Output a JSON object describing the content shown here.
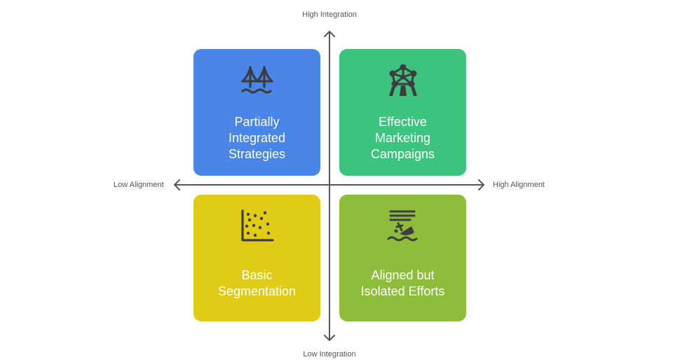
{
  "axes": {
    "y_top": "High Integration",
    "y_bottom": "Low Integration",
    "x_left": "Low Alignment",
    "x_right": "High Alignment"
  },
  "quadrants": {
    "top_left": {
      "title": "Partially\nIntegrated\nStrategies",
      "icon": "bridge-icon",
      "color": "#4a86e8"
    },
    "top_right": {
      "title": "Effective\nMarketing\nCampaigns",
      "icon": "atomium-icon",
      "color": "#3cc47f"
    },
    "bottom_left": {
      "title": "Basic\nSegmentation",
      "icon": "scatter-plot-icon",
      "color": "#e0cc17"
    },
    "bottom_right": {
      "title": "Aligned but\nIsolated Efforts",
      "icon": "sinking-boat-icon",
      "color": "#8dbd3a"
    }
  },
  "colors": {
    "axis": "#555555",
    "icon": "#3d3d3d",
    "text_on_card": "#ffffff"
  }
}
